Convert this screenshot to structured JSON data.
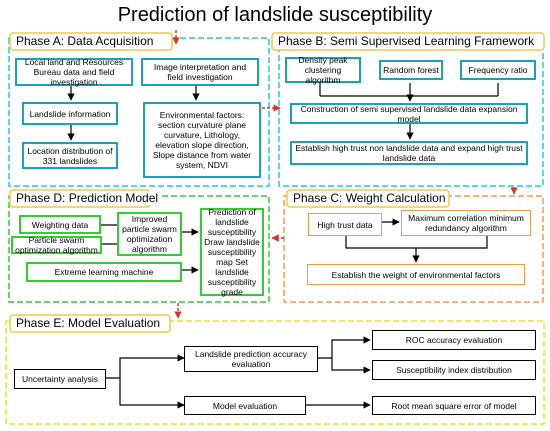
{
  "title": "Prediction of landslide susceptibility",
  "colors": {
    "phase_a_border": "#1ecdd1",
    "phase_b_border": "#1ecdd1",
    "phase_c_border": "#f39a4c",
    "phase_d_border": "#33cc33",
    "phase_e_border": "#f2e12a",
    "phase_title_box": "#f2c84a",
    "green_box": "#33cc33",
    "teal_box": "#1aa3b8",
    "connector_arrow": "#d9342b"
  },
  "phase_a": {
    "label": "Phase A: Data Acquisition",
    "local_land": "Local land and Resources Bureau data and field investigation",
    "image_interp": "Image interpretation and field investigation",
    "landslide_info": "Landslide information",
    "location_dist": "Location distribution of 331 landslides",
    "env_factors": "Environmental factors: section curvature plane curvature, Lithology, elevation slope direction, Slope distance from water system, NDVI"
  },
  "phase_b": {
    "label": "Phase B: Semi Supervised Learning Framework",
    "density_peak": "Density peak clustering algorithm",
    "random_forest": "Random forest",
    "frequency_ratio": "Frequency ratio",
    "construction": "Construction of semi supervised landslide data expansion model",
    "establish_high": "Establish high trust non landslide data and expand high trust landslide data"
  },
  "phase_c": {
    "label": "Phase C: Weight Calculation",
    "high_trust": "High trust data",
    "max_corr": "Maximum correlation minimum redundancy algorithm",
    "establish_weight": "Establish the weight of environmental factors"
  },
  "phase_d": {
    "label": "Phase D: Prediction Model",
    "weighting": "Weighting data",
    "pso": "Particle swarm optimization algorithm",
    "improved_pso": "Improved particle swarm optimization algorithm",
    "elm": "Extreme learning machine",
    "prediction": "Prediction of landslide susceptibility Draw landslide susceptibility map Set landslide susceptibility grade"
  },
  "phase_e": {
    "label": "Phase E: Model Evaluation",
    "uncertainty": "Uncertainty analysis",
    "accuracy_eval": "Landslide prediction accuracy evaluation",
    "model_eval": "Model evaluation",
    "roc": "ROC accuracy evaluation",
    "susceptibility_index": "Susceptibility index distribution",
    "rmse": "Root mean square error of model"
  }
}
